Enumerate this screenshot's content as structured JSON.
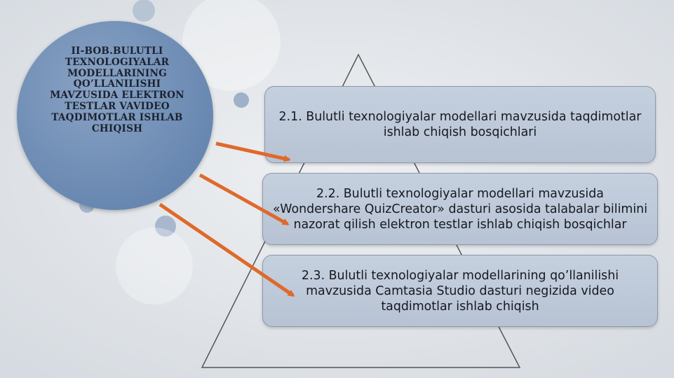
{
  "title": "II-BOB.BULUTLI TEXNOLOGIYALAR MODELLARINING QO’LLANILISHI MAVZUSIDA ELEKTRON TESTLAR VAVIDEO TAQDIMOTLAR ISHLAB CHIQISH",
  "sections": [
    {
      "text": "2.1. Bulutli texnologiyalar modellari mavzusida taqdimotlar ishlab chiqish bosqichlari"
    },
    {
      "text": "2.2. Bulutli texnologiyalar modellari mavzusida «Wondershare QuizCreator» dasturi asosida talabalar bilimini nazorat qilish elektron testlar ishlab chiqish bosqichlar"
    },
    {
      "text": "2.3. Bulutli texnologiyalar modellarining qo’llanilishi mavzusida Camtasia Studio dasturi negizida video taqdimotlar ishlab chiqish"
    }
  ],
  "colors": {
    "circle": "#6f8db5",
    "box": "#bcc7d7",
    "arrow": "#e0692a",
    "triangle_stroke": "#555555"
  }
}
